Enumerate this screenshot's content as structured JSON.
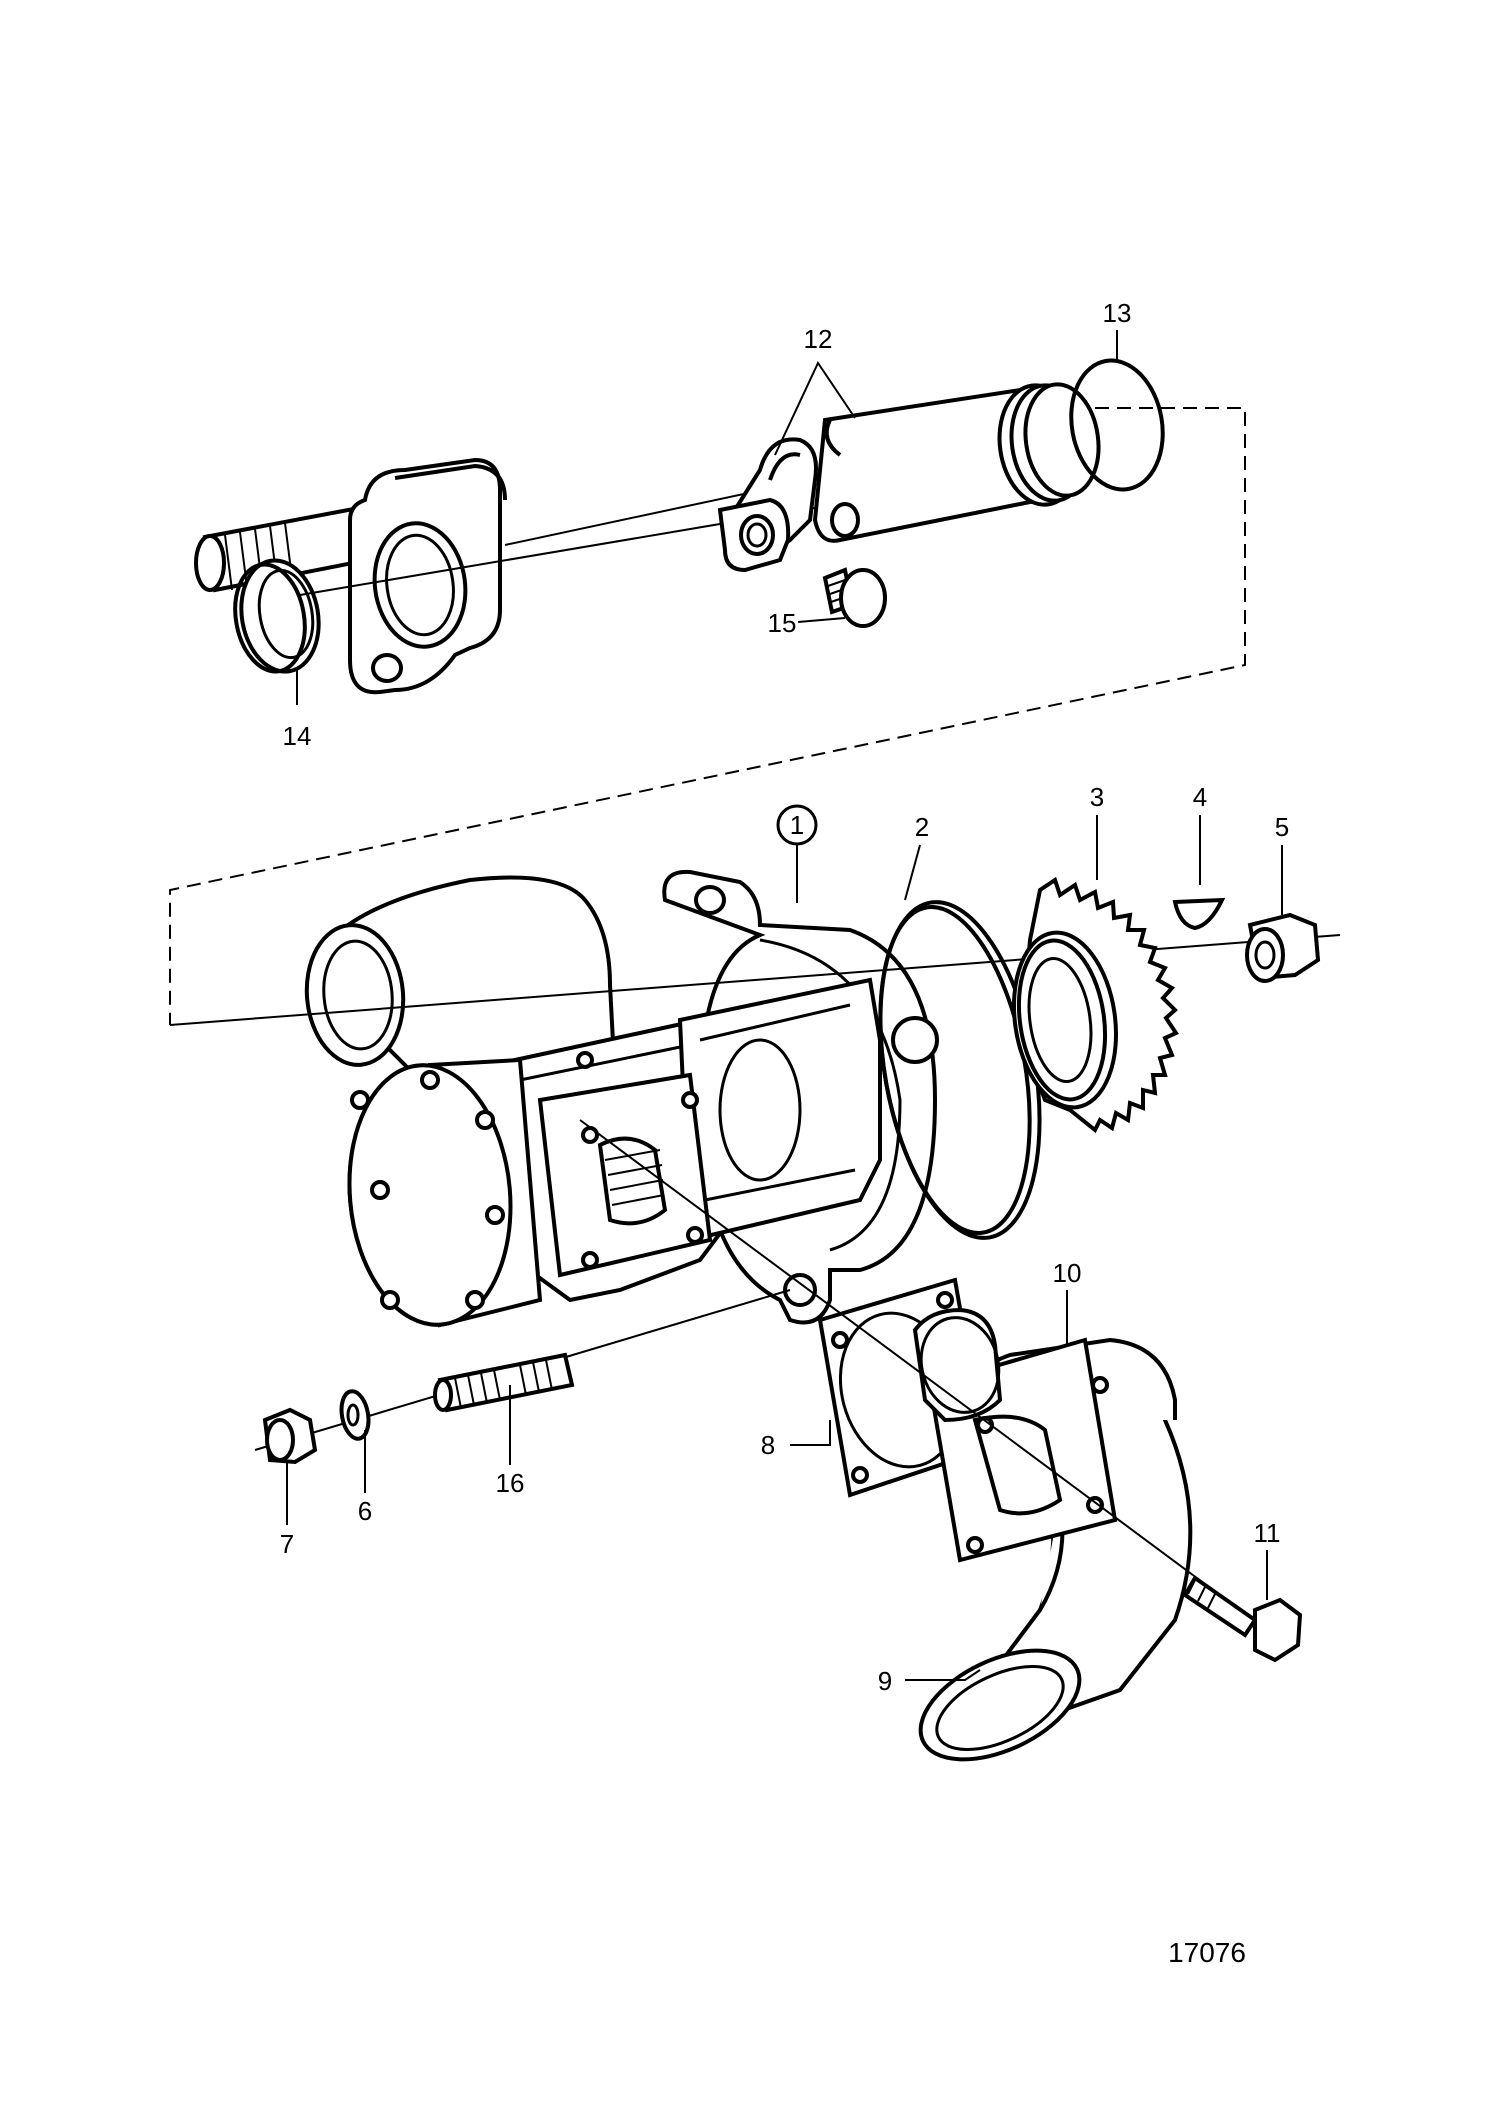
{
  "diagram": {
    "drawing_number": "17076",
    "callouts": [
      {
        "id": "c1",
        "label": "1",
        "circled": true
      },
      {
        "id": "c2",
        "label": "2"
      },
      {
        "id": "c3",
        "label": "3"
      },
      {
        "id": "c4",
        "label": "4"
      },
      {
        "id": "c5",
        "label": "5"
      },
      {
        "id": "c6",
        "label": "6"
      },
      {
        "id": "c7",
        "label": "7"
      },
      {
        "id": "c8",
        "label": "8"
      },
      {
        "id": "c9",
        "label": "9"
      },
      {
        "id": "c10",
        "label": "10"
      },
      {
        "id": "c11",
        "label": "11"
      },
      {
        "id": "c12",
        "label": "12"
      },
      {
        "id": "c13",
        "label": "13"
      },
      {
        "id": "c14",
        "label": "14"
      },
      {
        "id": "c15",
        "label": "15"
      },
      {
        "id": "c16",
        "label": "16"
      }
    ],
    "line_color": "#000000",
    "background_color": "#ffffff"
  }
}
